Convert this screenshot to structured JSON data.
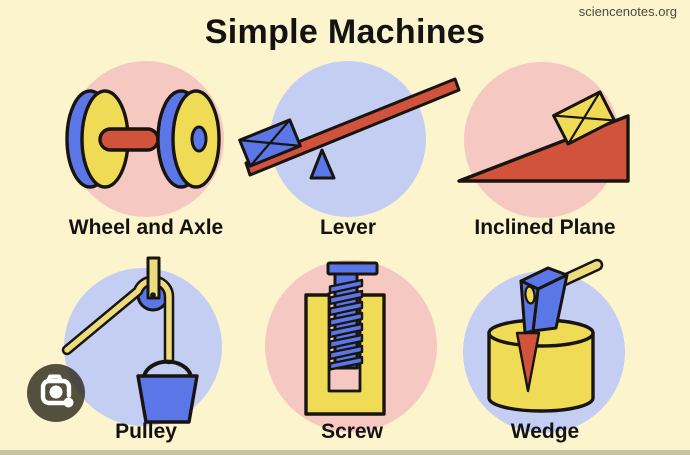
{
  "page": {
    "title": "Simple Machines",
    "watermark": "sciencenotes.org"
  },
  "machines": [
    {
      "label": "Wheel and Axle",
      "circle_bg": "pink",
      "illustration": "wheel-and-axle-drawing"
    },
    {
      "label": "Lever",
      "circle_bg": "periwinkle",
      "illustration": "lever-drawing"
    },
    {
      "label": "Inclined Plane",
      "circle_bg": "pink",
      "illustration": "inclined-plane-drawing"
    },
    {
      "label": "Pulley",
      "circle_bg": "periwinkle",
      "illustration": "pulley-drawing"
    },
    {
      "label": "Screw",
      "circle_bg": "pink",
      "illustration": "screw-drawing"
    },
    {
      "label": "Wedge",
      "circle_bg": "periwinkle",
      "illustration": "wedge-drawing"
    }
  ],
  "overlay": {
    "lens_button_icon": "camera-lens-icon"
  },
  "colors": {
    "bg": "#FBF4CC",
    "pink": "#F5C8C2",
    "periwinkle": "#C4CEF3",
    "red": "#D2533B",
    "blue": "#5B77E7",
    "yellow": "#EFDB55",
    "yellow-light": "#EDDC7C",
    "outline": "#181410",
    "text": "#131313",
    "watermark-text": "#4A4A42",
    "lens-bg": "rgba(45,44,29,0.82)",
    "lens-glyph": "#FFFFFF"
  }
}
